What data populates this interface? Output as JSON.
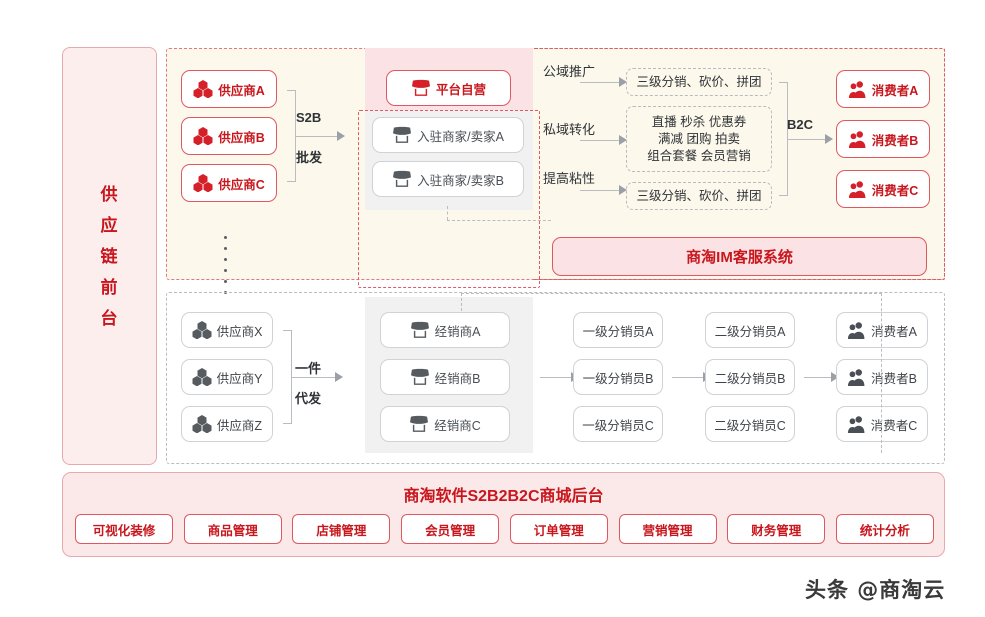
{
  "left_panel": {
    "label": "供应链前台",
    "chars": [
      "供",
      "应",
      "链",
      "前",
      "台"
    ]
  },
  "top_section": {
    "suppliers": [
      {
        "label": "供应商A",
        "icon": "hex-cluster-icon"
      },
      {
        "label": "供应商B",
        "icon": "hex-cluster-icon"
      },
      {
        "label": "供应商C",
        "icon": "hex-cluster-icon"
      }
    ],
    "connector": {
      "line1": "S2B",
      "line2": "批发"
    },
    "platform_self": {
      "label": "平台自营",
      "icon": "shop-icon"
    },
    "sellers": [
      {
        "label": "入驻商家/卖家A",
        "icon": "shop-icon"
      },
      {
        "label": "入驻商家/卖家B",
        "icon": "shop-icon"
      }
    ],
    "channels": [
      {
        "label": "公域推广"
      },
      {
        "label": "私域转化"
      },
      {
        "label": "提高粘性"
      }
    ],
    "marketing": [
      {
        "lines": [
          "三级分销、砍价、拼团"
        ]
      },
      {
        "lines": [
          "直播 秒杀 优惠券",
          "满减 团购 拍卖",
          "组合套餐 会员营销"
        ]
      },
      {
        "lines": [
          "三级分销、砍价、拼团"
        ]
      }
    ],
    "b2c_label": "B2C",
    "consumers": [
      {
        "label": "消费者A",
        "icon": "person-icon"
      },
      {
        "label": "消费者B",
        "icon": "person-icon"
      },
      {
        "label": "消费者C",
        "icon": "person-icon"
      }
    ],
    "im_system": "商淘IM客服系统"
  },
  "bottom_section": {
    "suppliers": [
      {
        "label": "供应商X",
        "icon": "hex-cluster-icon"
      },
      {
        "label": "供应商Y",
        "icon": "hex-cluster-icon"
      },
      {
        "label": "供应商Z",
        "icon": "hex-cluster-icon"
      }
    ],
    "connector": {
      "line1": "一件",
      "line2": "代发"
    },
    "dealers": [
      {
        "label": "经销商A",
        "icon": "shop-icon"
      },
      {
        "label": "经销商B",
        "icon": "shop-icon"
      },
      {
        "label": "经销商C",
        "icon": "shop-icon"
      }
    ],
    "level1": [
      {
        "label": "一级分销员A"
      },
      {
        "label": "一级分销员B"
      },
      {
        "label": "一级分销员C"
      }
    ],
    "level2": [
      {
        "label": "二级分销员A"
      },
      {
        "label": "二级分销员B"
      },
      {
        "label": "二级分销员C"
      }
    ],
    "consumers": [
      {
        "label": "消费者A",
        "icon": "person-icon"
      },
      {
        "label": "消费者B",
        "icon": "person-icon"
      },
      {
        "label": "消费者C",
        "icon": "person-icon"
      }
    ]
  },
  "footer": {
    "title": "商淘软件S2B2B2C商城后台",
    "buttons": [
      "可视化装修",
      "商品管理",
      "店铺管理",
      "会员管理",
      "订单管理",
      "营销管理",
      "财务管理",
      "统计分析"
    ]
  },
  "watermark": "头条 @商淘云",
  "colors": {
    "brand_red": "#c8161d",
    "border_red": "#e0585f",
    "panel_pink": "#fbe9ea",
    "cream": "#fdf8ec",
    "gray_band": "#f1f1f2",
    "gray_border": "#cfd2d6",
    "arrow_gray": "#9aa0a6"
  }
}
